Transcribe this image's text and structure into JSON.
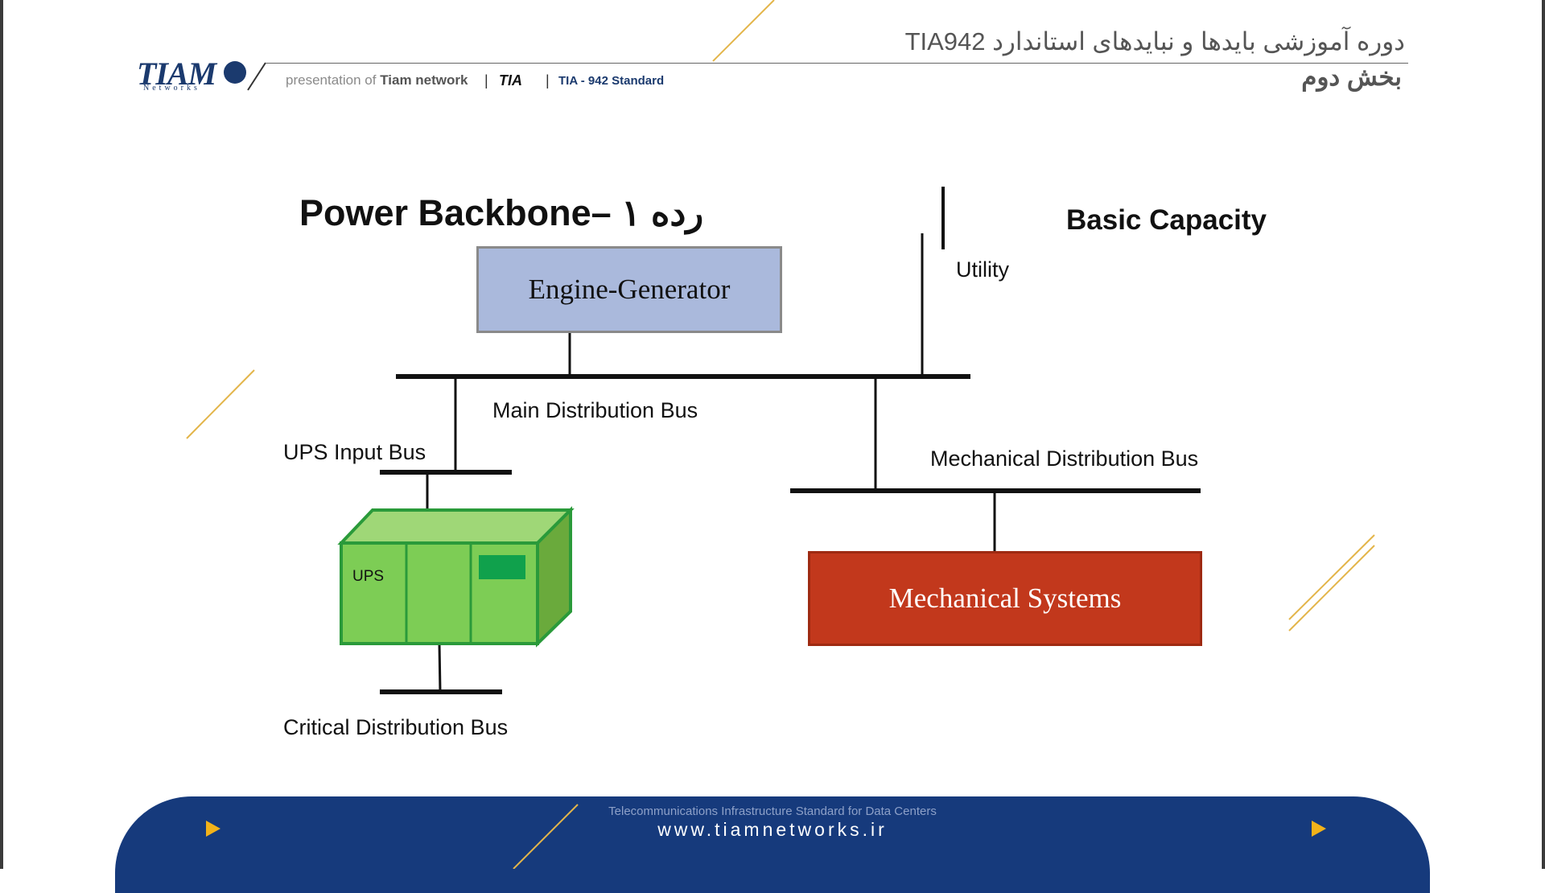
{
  "header": {
    "logo_text": "TIAM",
    "logo_sub": "Networks",
    "presentation_of": "presentation of",
    "network_name": "Tiam network",
    "tia_logo": "TIA",
    "standard": "TIA - 942 Standard",
    "course_title": "دوره آموزشی بایدها و نبایدهای استاندارد TIA942",
    "course_part": "بخش دوم"
  },
  "diagram": {
    "title": "Power Backbone– رده ۱",
    "subtitle": "Basic Capacity",
    "nodes": {
      "engine_generator": "Engine-Generator",
      "utility": "Utility",
      "ups": "UPS",
      "mechanical_systems": "Mechanical Systems"
    },
    "buses": {
      "main": "Main Distribution Bus",
      "ups_input": "UPS Input Bus",
      "mechanical": "Mechanical Distribution Bus",
      "critical": "Critical Distribution Bus"
    },
    "colors": {
      "engine_generator": "#aab9dc",
      "mechanical_systems": "#c2381c",
      "ups": "#7dcd55"
    }
  },
  "footer": {
    "tagline": "Telecommunications Infrastructure Standard for Data Centers",
    "url": "www.tiamnetworks.ir"
  }
}
